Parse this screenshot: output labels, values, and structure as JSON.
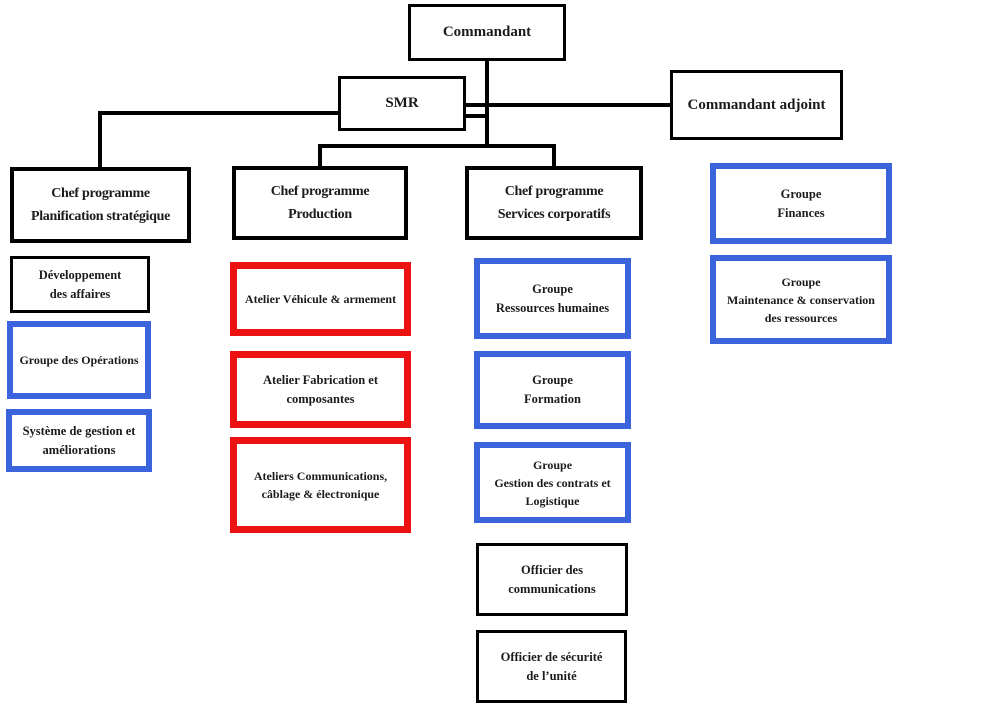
{
  "diagram_type": "organizational-chart",
  "language": "fr",
  "colors": {
    "box_border_black": "#000000",
    "box_border_blue": "#3B63DC",
    "box_border_red": "#EC1212",
    "background": "#FFFFFF",
    "text": "#1b1b1b"
  },
  "nodes": {
    "commandant": {
      "line1": "Commandant"
    },
    "smr": {
      "line1": "SMR"
    },
    "commandant_adjoint": {
      "line1": "Commandant adjoint"
    },
    "chef_planification": {
      "line1": "Chef programme",
      "line2": "Planification stratégique"
    },
    "developpement_affaires": {
      "line1": "Développement",
      "line2": "des affaires"
    },
    "groupe_operations": {
      "line1": "Groupe des Opérations"
    },
    "systeme_gestion": {
      "line1": "Système de gestion et",
      "line2": "améliorations"
    },
    "chef_production": {
      "line1": "Chef programme",
      "line2": "Production"
    },
    "atelier_vehicule": {
      "line1": "Atelier Véhicule & armement"
    },
    "atelier_fabrication": {
      "line1": "Atelier Fabrication et",
      "line2": "composantes"
    },
    "ateliers_communications": {
      "line1": "Ateliers Communications,",
      "line2": "câblage & électronique"
    },
    "chef_services": {
      "line1": "Chef programme",
      "line2": "Services corporatifs"
    },
    "groupe_rh": {
      "line1": "Groupe",
      "line2": "Ressources humaines"
    },
    "groupe_formation": {
      "line1": "Groupe",
      "line2": "Formation"
    },
    "groupe_contrats": {
      "line1": "Groupe",
      "line2": "Gestion des contrats et",
      "line3": "Logistique"
    },
    "officier_communications": {
      "line1": "Officier des",
      "line2": "communications"
    },
    "officier_securite": {
      "line1": "Officier de sécurité",
      "line2": "de l’unité"
    },
    "groupe_finances": {
      "line1": "Groupe",
      "line2": "Finances"
    },
    "groupe_maintenance": {
      "line1": "Groupe",
      "line2": "Maintenance & conservation",
      "line3": "des ressources"
    }
  }
}
